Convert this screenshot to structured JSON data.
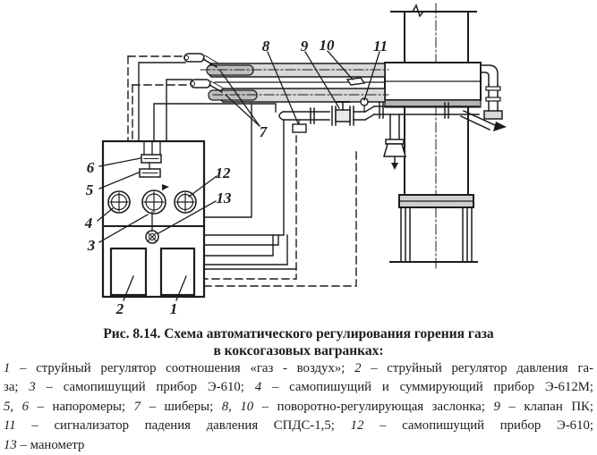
{
  "figure": {
    "caption": {
      "line1": "Рис. 8.14. Схема автоматического регулирования горения газа",
      "line2": "в коксогазовых вагранках:"
    },
    "legend_lines": [
      [
        "1",
        " – струйный регулятор соотношения «газ - воздух»; ",
        "2",
        " – струйный регулятор давления га-"
      ],
      [
        "за; ",
        "3",
        " – самопишущий прибор Э-610; ",
        "4",
        " – самопишущий и суммирующий прибор Э-612М;"
      ],
      [
        "5, 6",
        " – напоромеры; ",
        "7",
        " – шиберы; ",
        "8, 10",
        " – поворотно-регулирующая заслонка; ",
        "9",
        " – клапан ПК;"
      ],
      [
        "11",
        " – сигнализатор падения давления СПДС-1,5; ",
        "12",
        " – самопишущий прибор Э-610;"
      ],
      [
        "13",
        " – манометр"
      ]
    ],
    "callouts": {
      "c1": "1",
      "c2": "2",
      "c3": "3",
      "c4": "4",
      "c5": "5",
      "c6": "6",
      "c7": "7",
      "c8": "8",
      "c9": "9",
      "c10": "10",
      "c11": "11",
      "c12": "12",
      "c13": "13"
    },
    "colors": {
      "ink": "#1c1c1c",
      "paper": "#ffffff",
      "pipe_fill": "#d9d9d9",
      "band_fill": "#b5b5b5"
    }
  }
}
